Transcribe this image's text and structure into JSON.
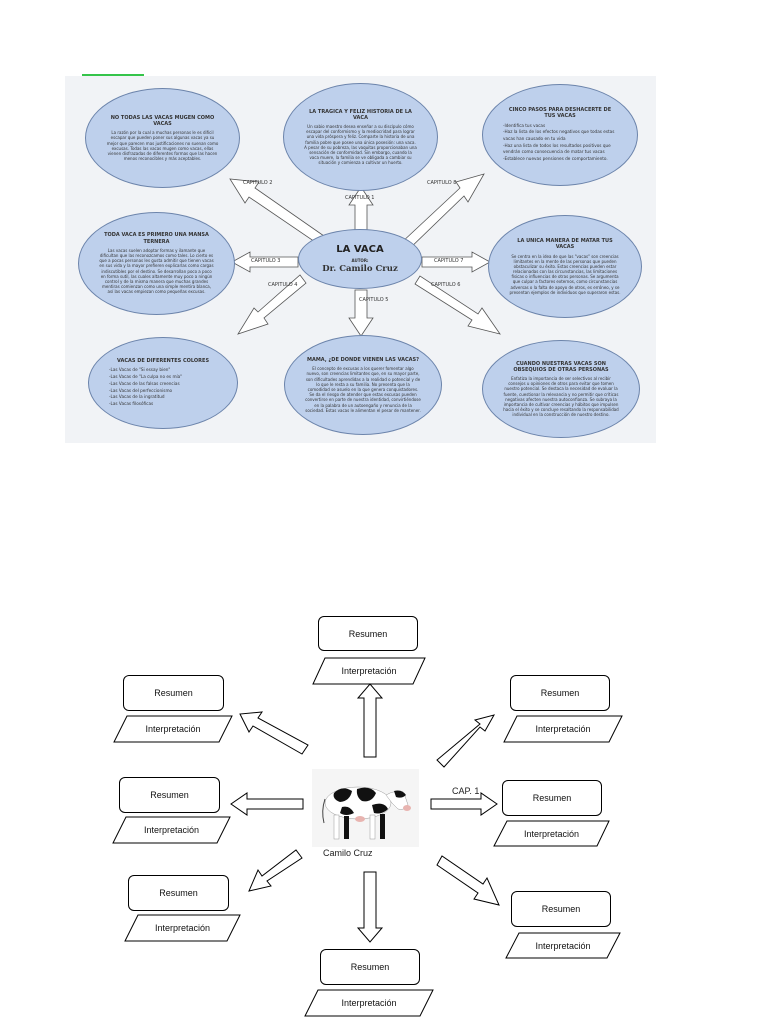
{
  "top_map": {
    "center": {
      "title": "LA VACA",
      "subtitle": "AUTOR:",
      "author": "Dr. Camilo Cruz"
    },
    "nodes": {
      "top_left": {
        "title": "NO TODAS LAS VACAS MUGEN COMO VACAS",
        "body": "La razón por la cual a muchas personas le es difícil escapar que pueden poner sus algunas vacas ya su mejor que parecen mas justificaciones no suenan como excusas. Todas las vacas mugen como vacas, ellas vienen disfrazadas de diferentes formas que las hacen menos reconocibles y más aceptables."
      },
      "top_center": {
        "title": "LA TRAGICA Y FELIZ HISTORIA DE LA VACA",
        "body": "Un sabio maestro desea enseñar a su discípulo cómo escapar del conformismo y la mediocridad para lograr una vida próspera y feliz. Comparte la historia de una familia pobre que posee una única posesión: una vaca. A pesar de su pobreza, las vaquitas proporcionaban una sensación de conformidad. Sin embargo, cuando la vaca muere, la familia se ve obligada a cambiar su situación y comienza a cultivar un huerto."
      },
      "top_right": {
        "title": "CINCO PASOS PARA DESHACERTE DE TUS VACAS",
        "items": [
          "-Identifica tus vacas",
          "-Haz la lista de los efectos negativos que todas estas vacas han causado en tu vida",
          "-Haz una lista de todos los resultados positivos que vendrán como consecuencia de matar tus vacas",
          "-Establece nuevas pensiones de comportamiento."
        ]
      },
      "mid_left": {
        "title": "TODA VACA ES PRIMERO UNA MANSA TERNERA",
        "body": "Las vacas suelen adoptar formas y ilamante que dificultan que las reconozcamos como tales. Lo cierto es que a pocas personas les gusta admitir que tienen vacas en sus vida y la mayor prefieren explicarlas como cargas indiscutibles por el destino. Se desarrollan poco a poco en forma sutil, las cuales altamente muy poco a ningún control y de la misma manera que muchas grandes mentiras comienzan como una simple mentira blanca, así las vacas empiezan como pequeñas excusas."
      },
      "mid_right": {
        "title": "LA UNICA MANERA DE MATAR TUS VACAS",
        "body": "Se centra en la idea de que las \"vacas\" son creencias limitantes en la mente de las personas que pueden obstaculizar su éxito. Estas creencias pueden estar relacionadas con las circunstancias, las limitaciones físicas o influencias de otras personas. Se argumenta que culpar a factores externos, como circunstancias adversas o la falta de apoyo de otros, es erróneo, y se presentan ejemplos de individuos que superaron estas."
      },
      "bot_left": {
        "title": "VACAS DE DIFERENTES COLORES",
        "items": [
          "-Las Vacas de \"Si essay bien\"",
          "-Las Vacas de \"La culpa no es mía\"",
          "-Las Vacas de las falsas creencias",
          "-Las Vacas del perfeccionismo",
          "-Las Vacas de la ingratitud",
          "-Las Vacas filosóficas"
        ]
      },
      "bot_center": {
        "title": "MAMA, ¿DE DONDE VIENEN LAS VACAS?",
        "body": "El concepto de excusas a los querer fomentar algo nuevo, son creencias limitantes que, en su mayor parte, son dificultades aprendidas a la realidad o potencial y de lo que le resta a su familia. No presenta que la comodidad se asuelo en la que genera conquistadores. Se da el riesgo de atender que estas excusas pueden convertirse en parte de nuestra identidad, convirtiéndose en la palabra de un autoengaño y renuncia de la sociedad. Estas vacas le alimentan el pesar de mantener."
      },
      "bot_right": {
        "title": "CUANDO NUESTRAS VACAS SON OBSEQUIOS DE OTRAS PERSONAS",
        "body": "Enfatiza la importancia de ser selectivos al recibir consejos u opiniones de otros para evitar que tomen nuestro potencial. Se destaca la necesidad de evaluar la fuente, cuestionar la relevancia y no permitir que críticas negativas afecten nuestra autoconfianza. Se subraya la importancia de cultivar creencias y hábitos que impulsen hacia el éxito y se concluye resaltando la responsabilidad individual en la construcción de nuestro destino."
      }
    },
    "arrow_labels": {
      "cap1": "CAPITULO 1",
      "cap2": "CAPITULO 2",
      "cap3": "CAPITULO 3",
      "cap4": "CAPITULO 4",
      "cap5": "CAPITULO 5",
      "cap6": "CAPITULO 6",
      "cap7": "CAPITULO 7",
      "cap8": "CAPITULO 8"
    }
  },
  "bottom_template": {
    "center_caption": "Camilo Cruz",
    "cap_label": "CAP. 1",
    "resumen_label": "Resumen",
    "interpretacion_label": "Interpretación"
  },
  "colors": {
    "ellipse_fill": "#bed0ec",
    "ellipse_border": "#6c84ab",
    "accent_green": "#35c44a",
    "panel_bg": "#f1f3f6"
  }
}
